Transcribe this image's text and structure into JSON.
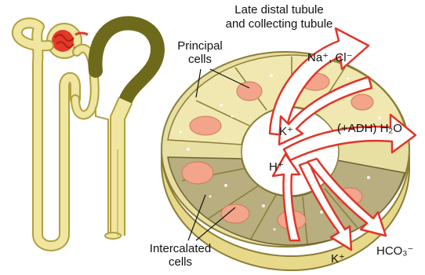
{
  "title": {
    "line1": "Late distal tubule",
    "line2": "and collecting tubule"
  },
  "labels": {
    "principal_line1": "Principal",
    "principal_line2": "cells",
    "intercalated_line1": "Intercalated",
    "intercalated_line2": "cells"
  },
  "ions": {
    "na_cl": "Na⁺, Cl⁻",
    "k_out": "K⁺",
    "adh_water": "(+ADH) H₂O",
    "h_plus": "H⁺",
    "k_plus": "K⁺",
    "hco3": "HCO₃⁻"
  },
  "colors": {
    "tubule_fill": "#f0e6a0",
    "tubule_stroke": "#b0a040",
    "collecting_duct": "#6e6a1c",
    "glomerulus": "#e23a2a",
    "nucleus": "#f2a58a",
    "arrow_stroke": "#e0362a",
    "intercalated_cell": "#b8ae80"
  }
}
